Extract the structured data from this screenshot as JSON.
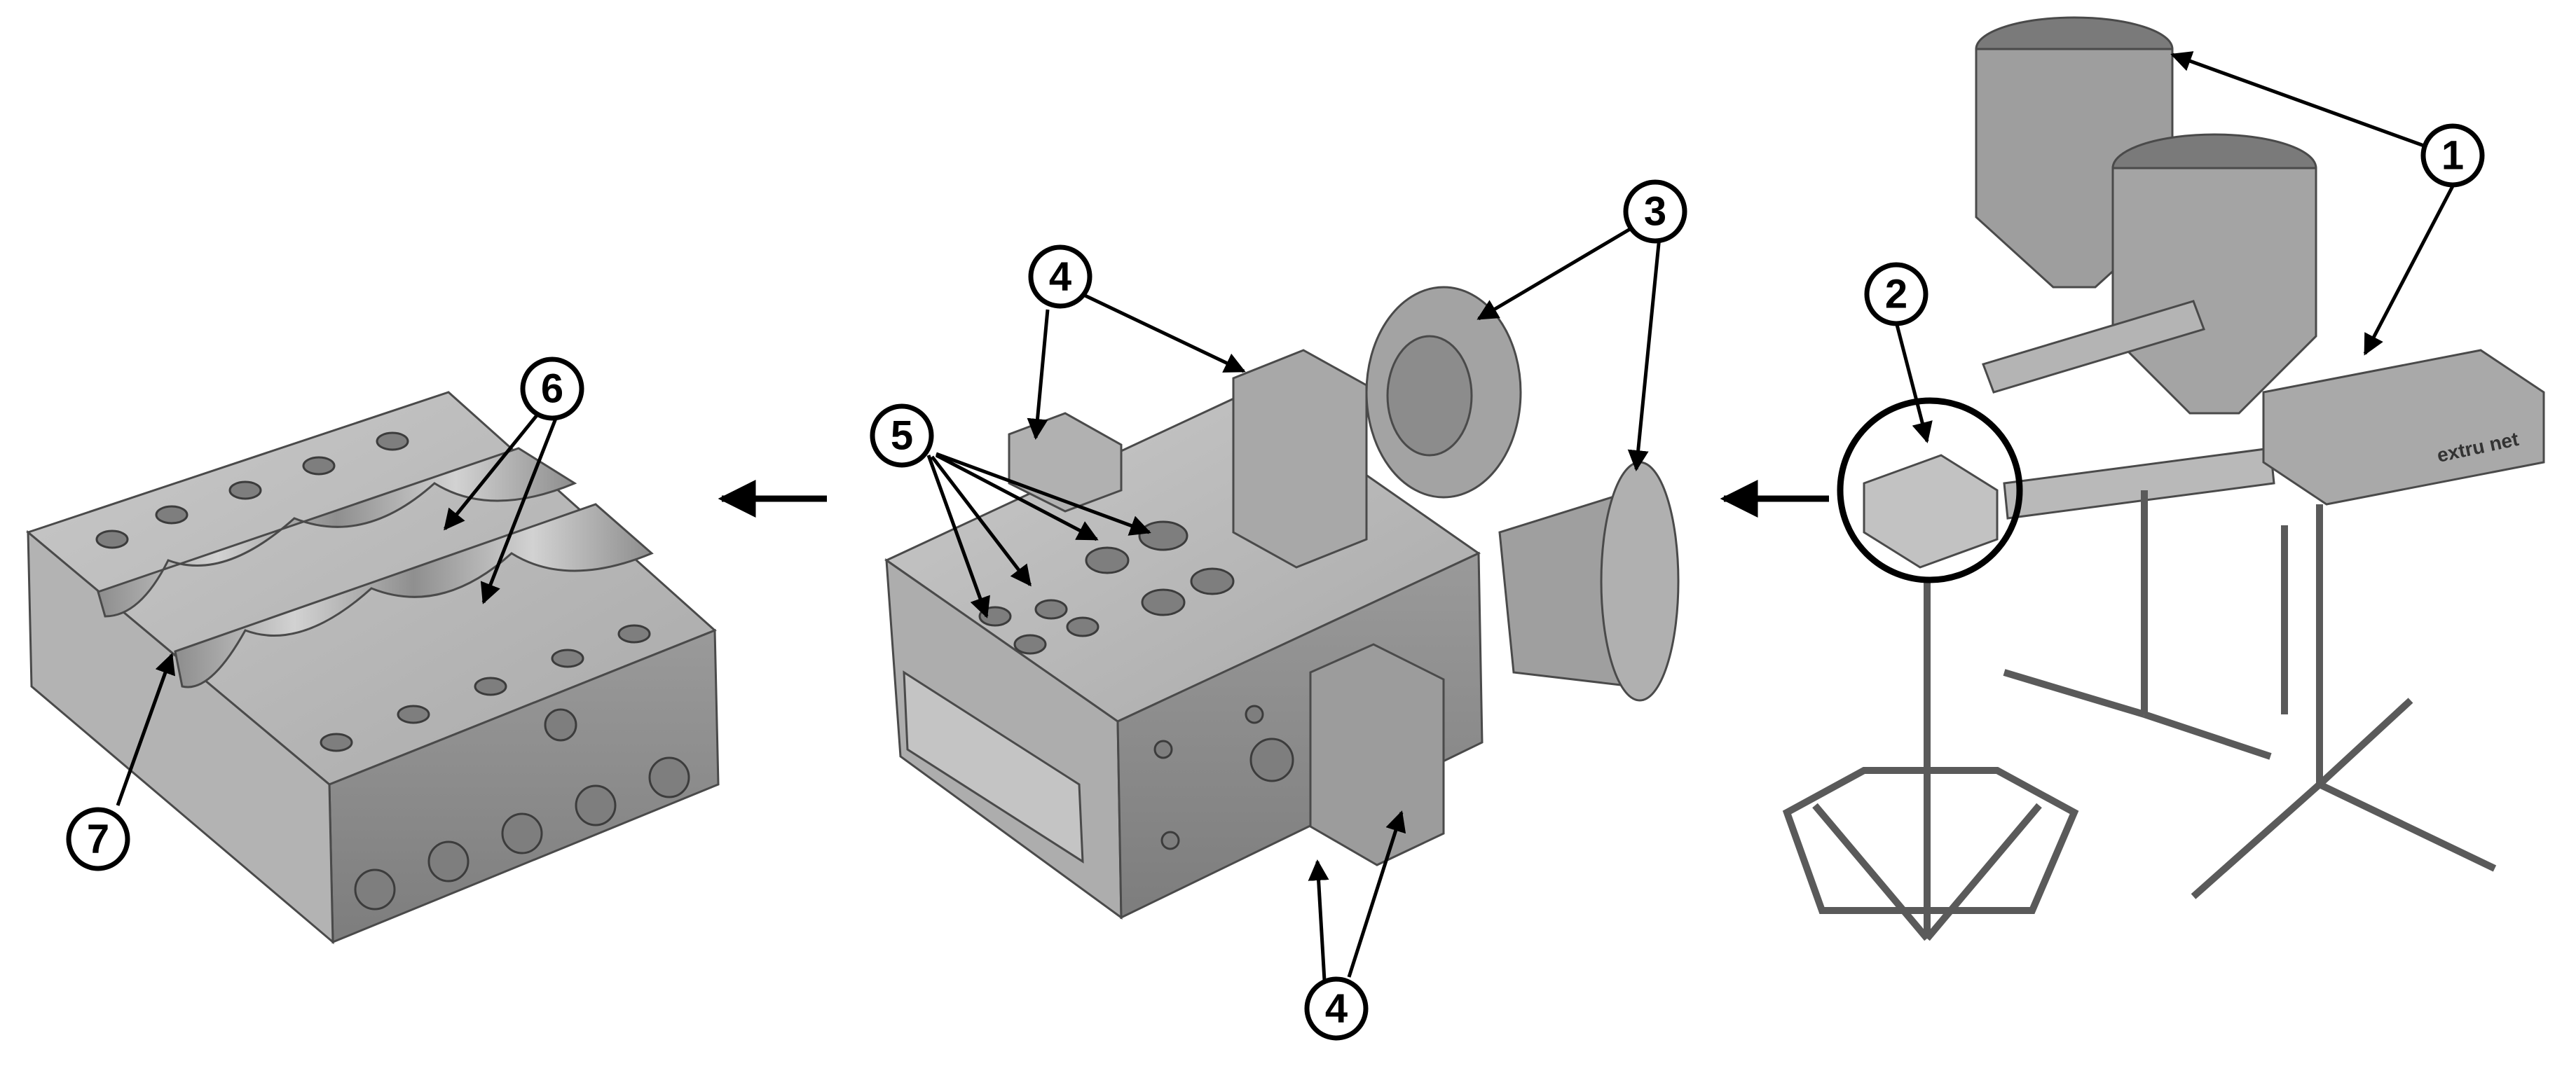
{
  "callouts": {
    "c1": "1",
    "c2": "2",
    "c3": "3",
    "c4_top": "4",
    "c4_bottom": "4",
    "c5": "5",
    "c6": "6",
    "c7": "7"
  },
  "machine_logo": "extru\nnet",
  "colors": {
    "metal_light": "#bdbdbd",
    "metal_mid": "#a2a2a2",
    "metal_dark": "#868686",
    "line": "#000000",
    "background": "#ffffff"
  }
}
